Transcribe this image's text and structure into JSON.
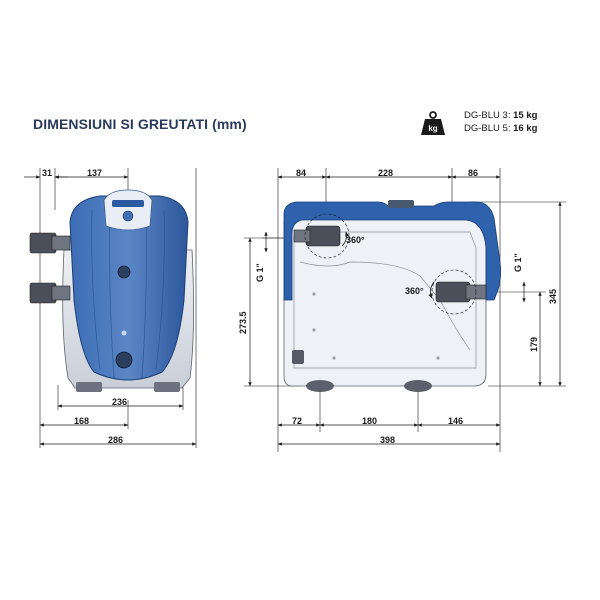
{
  "title": "DIMENSIUNI SI GREUTATI (mm)",
  "weights": {
    "icon": "kg-weight-icon",
    "icon_label": "kg",
    "row1_model": "DG-BLU 3: ",
    "row1_value": "15 kg",
    "row2_model": "DG-BLU 5: ",
    "row2_value": "16 kg"
  },
  "front_view": {
    "dims": {
      "top_left": "31",
      "top_width": "137",
      "body_width": "236",
      "foot_width": "168",
      "overall_width": "286"
    }
  },
  "side_view": {
    "dims": {
      "top_left": "84",
      "top_mid": "228",
      "top_right": "86",
      "bottom_left": "72",
      "bottom_mid": "180",
      "bottom_right": "146",
      "overall_length": "398",
      "left_height": "273.5",
      "right_height": "345",
      "outlet_height": "179",
      "thread_left": "G 1\"",
      "thread_right": "G 1\"",
      "rotation_left": "360°",
      "rotation_right": "360°"
    }
  },
  "colors": {
    "pump_blue": "#2f5fa6",
    "pump_blue_light": "#6f97cf",
    "frame_blue": "#2e62ad",
    "base_grey": "#d7dbe2",
    "title_navy": "#2b3a5c"
  }
}
